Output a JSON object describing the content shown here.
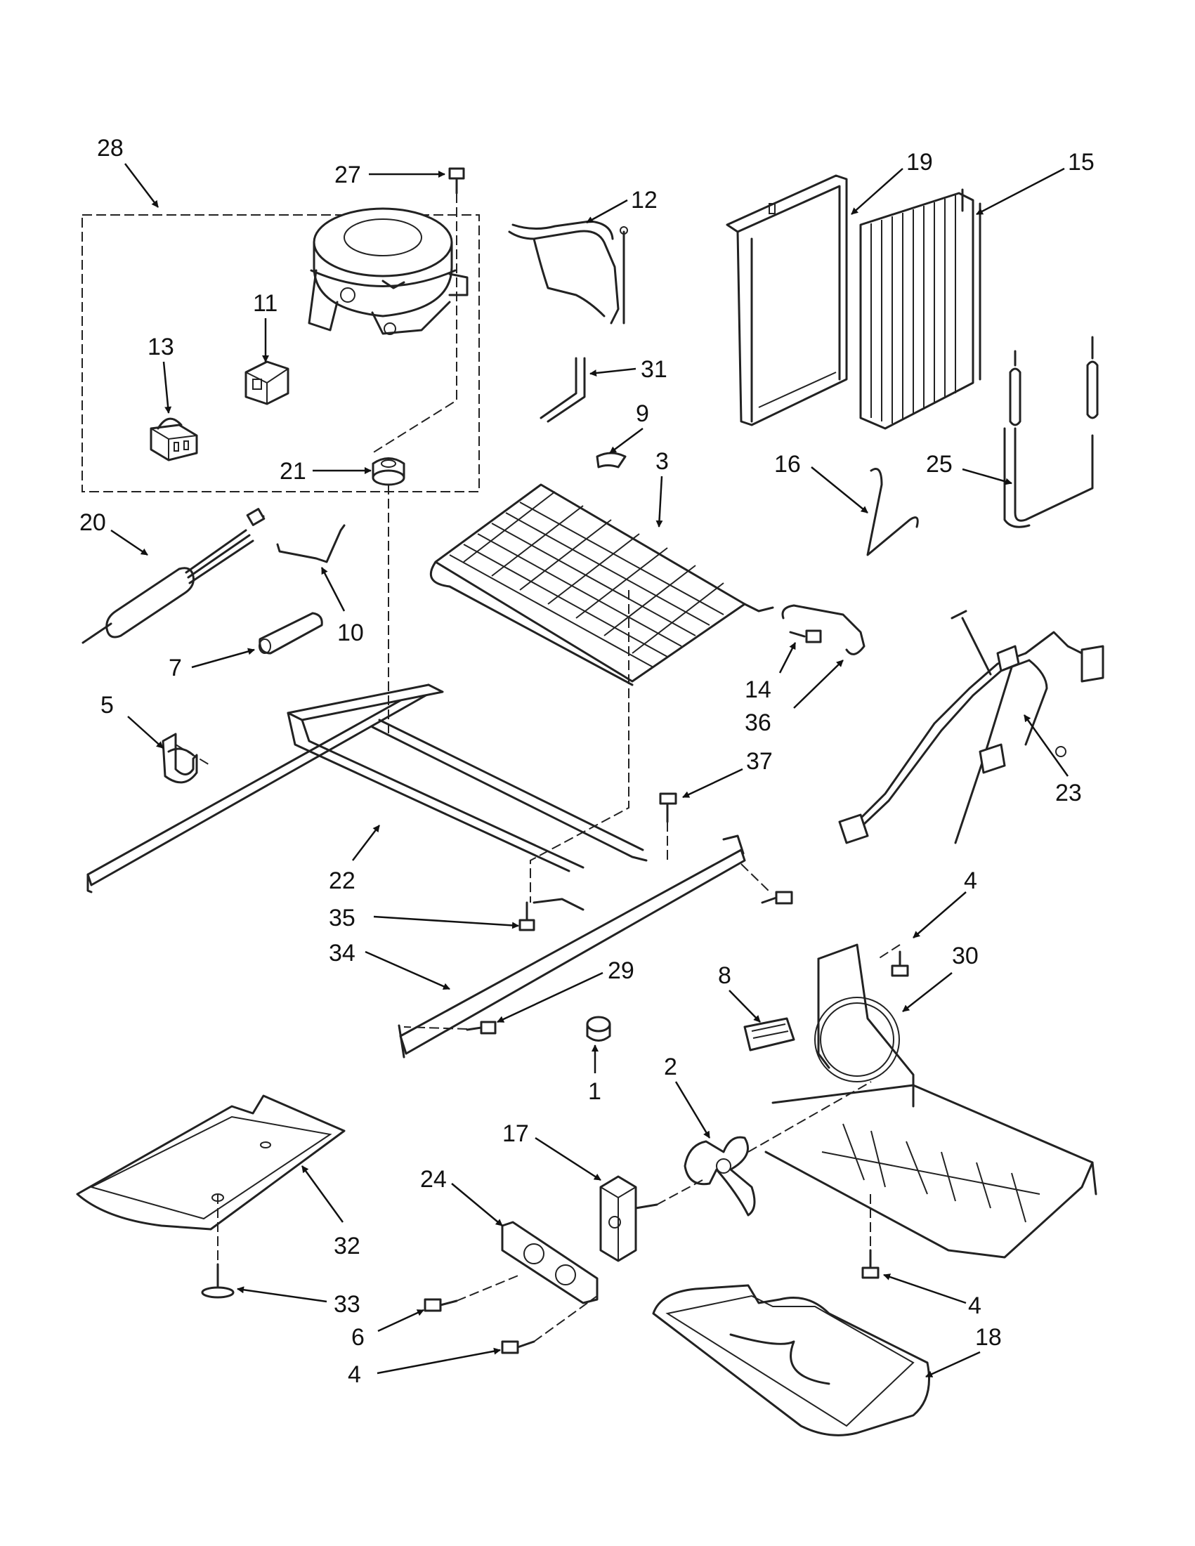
{
  "callouts": [
    {
      "id": "c28",
      "text": "28"
    },
    {
      "id": "c27",
      "text": "27"
    },
    {
      "id": "c12",
      "text": "12"
    },
    {
      "id": "c19",
      "text": "19"
    },
    {
      "id": "c15",
      "text": "15"
    },
    {
      "id": "c11",
      "text": "11"
    },
    {
      "id": "c13",
      "text": "13"
    },
    {
      "id": "c31",
      "text": "31"
    },
    {
      "id": "c9",
      "text": "9"
    },
    {
      "id": "c3",
      "text": "3"
    },
    {
      "id": "c16",
      "text": "16"
    },
    {
      "id": "c25",
      "text": "25"
    },
    {
      "id": "c21",
      "text": "21"
    },
    {
      "id": "c20",
      "text": "20"
    },
    {
      "id": "c10",
      "text": "10"
    },
    {
      "id": "c7",
      "text": "7"
    },
    {
      "id": "c5",
      "text": "5"
    },
    {
      "id": "c14",
      "text": "14"
    },
    {
      "id": "c36",
      "text": "36"
    },
    {
      "id": "c37",
      "text": "37"
    },
    {
      "id": "c23",
      "text": "23"
    },
    {
      "id": "c22",
      "text": "22"
    },
    {
      "id": "c35",
      "text": "35"
    },
    {
      "id": "c34",
      "text": "34"
    },
    {
      "id": "c29",
      "text": "29"
    },
    {
      "id": "c4a",
      "text": "4"
    },
    {
      "id": "c30",
      "text": "30"
    },
    {
      "id": "c8",
      "text": "8"
    },
    {
      "id": "c1",
      "text": "1"
    },
    {
      "id": "c2",
      "text": "2"
    },
    {
      "id": "c17",
      "text": "17"
    },
    {
      "id": "c24",
      "text": "24"
    },
    {
      "id": "c32",
      "text": "32"
    },
    {
      "id": "c33",
      "text": "33"
    },
    {
      "id": "c6",
      "text": "6"
    },
    {
      "id": "c4b",
      "text": "4"
    },
    {
      "id": "c4c",
      "text": "4"
    },
    {
      "id": "c18",
      "text": "18"
    }
  ]
}
